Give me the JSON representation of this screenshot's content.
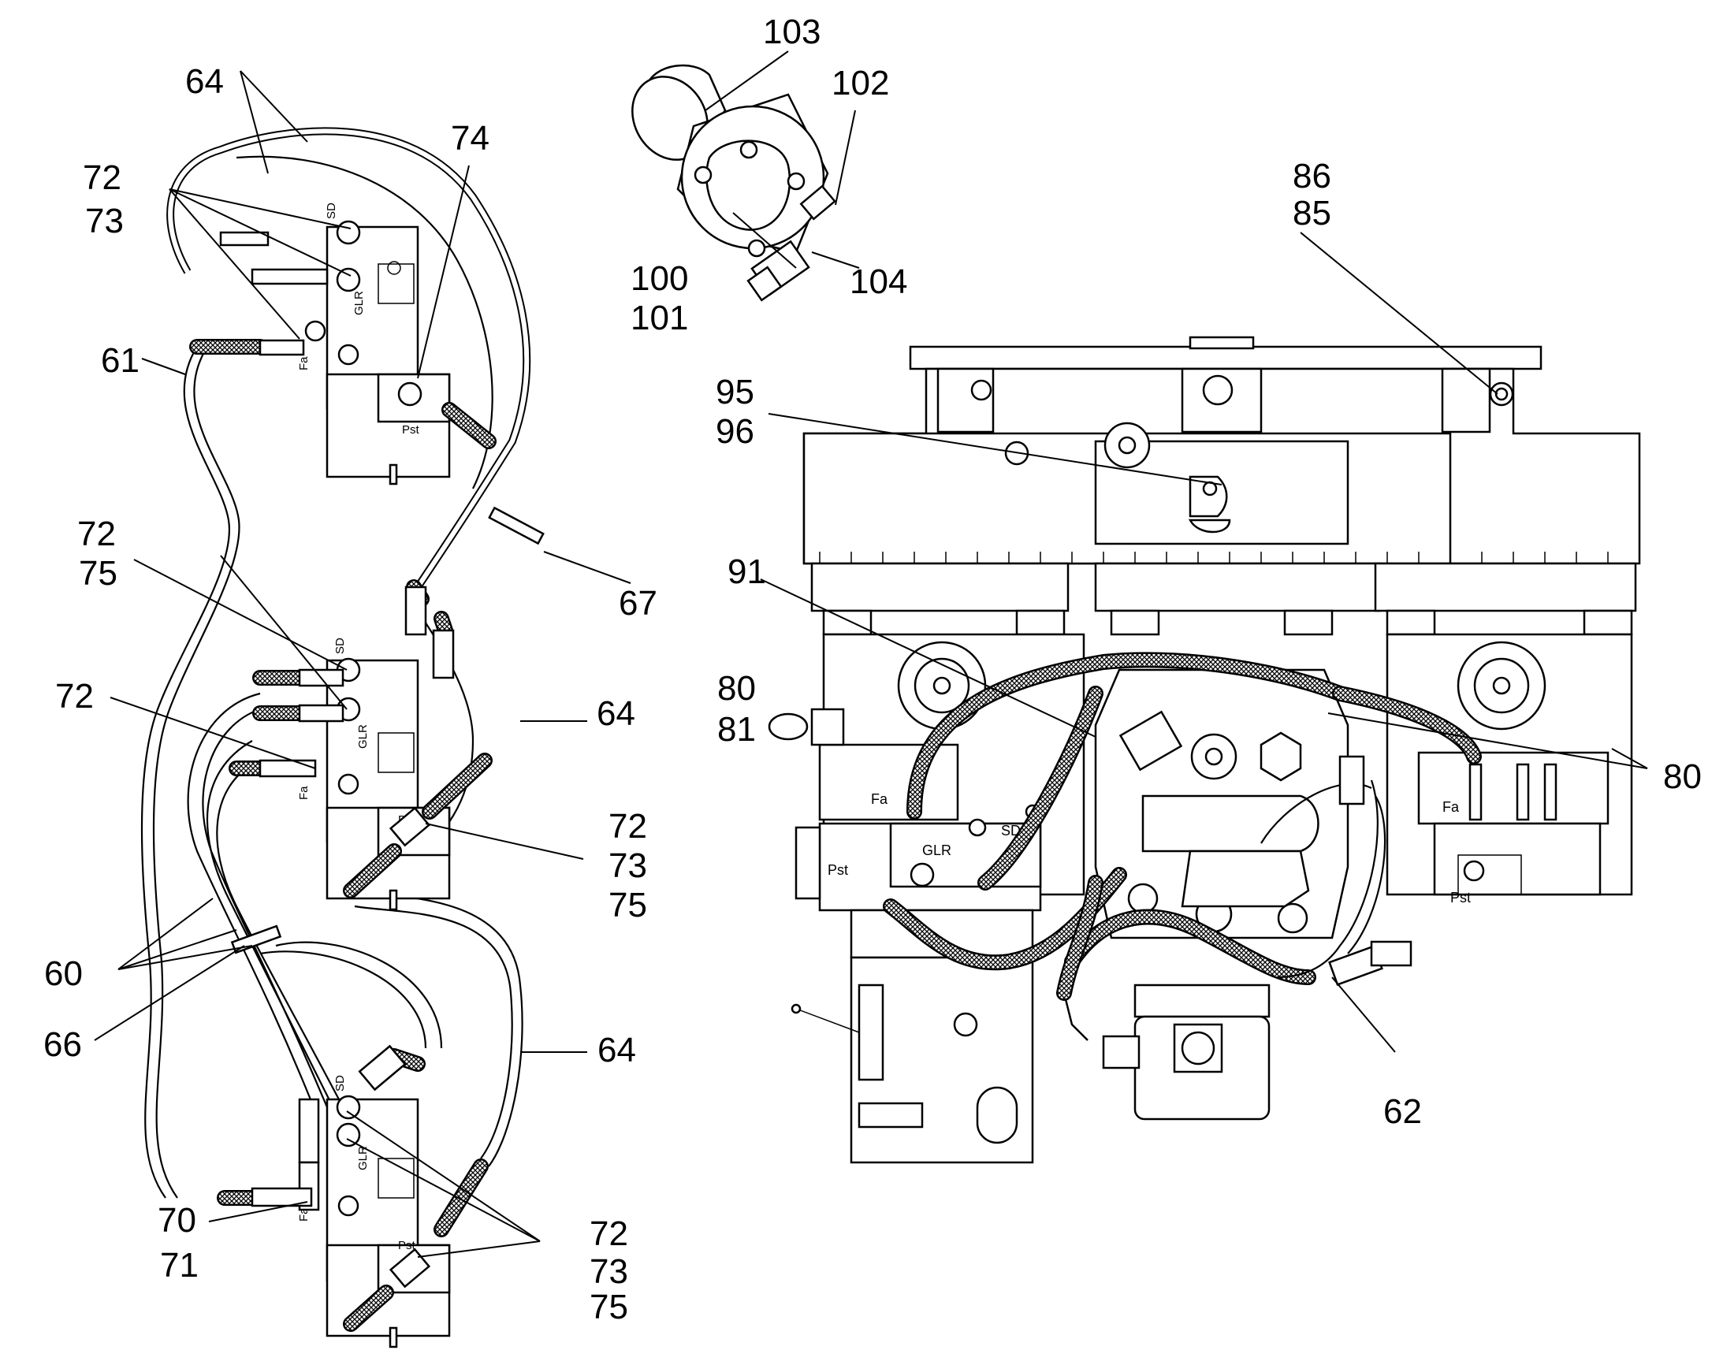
{
  "labels": {
    "l64a": "64",
    "l72a": "72",
    "l73a": "73",
    "l74": "74",
    "l61": "61",
    "l72b": "72",
    "l75b": "75",
    "l67": "67",
    "l72c": "72",
    "l64b": "64",
    "l72d": "72",
    "l73d": "73",
    "l75d": "75",
    "l60": "60",
    "l66": "66",
    "l64c": "64",
    "l70": "70",
    "l71": "71",
    "l72e": "72",
    "l73e": "73",
    "l75e": "75",
    "l103": "103",
    "l102": "102",
    "l100": "100",
    "l101": "101",
    "l104": "104",
    "l86": "86",
    "l85": "85",
    "l95": "95",
    "l96": "96",
    "l91": "91",
    "l80a": "80",
    "l81": "81",
    "l80b": "80",
    "l62": "62"
  },
  "valve_marks": {
    "sd": "SD",
    "glr": "GLR",
    "fa": "Fa",
    "pst": "Pst"
  }
}
